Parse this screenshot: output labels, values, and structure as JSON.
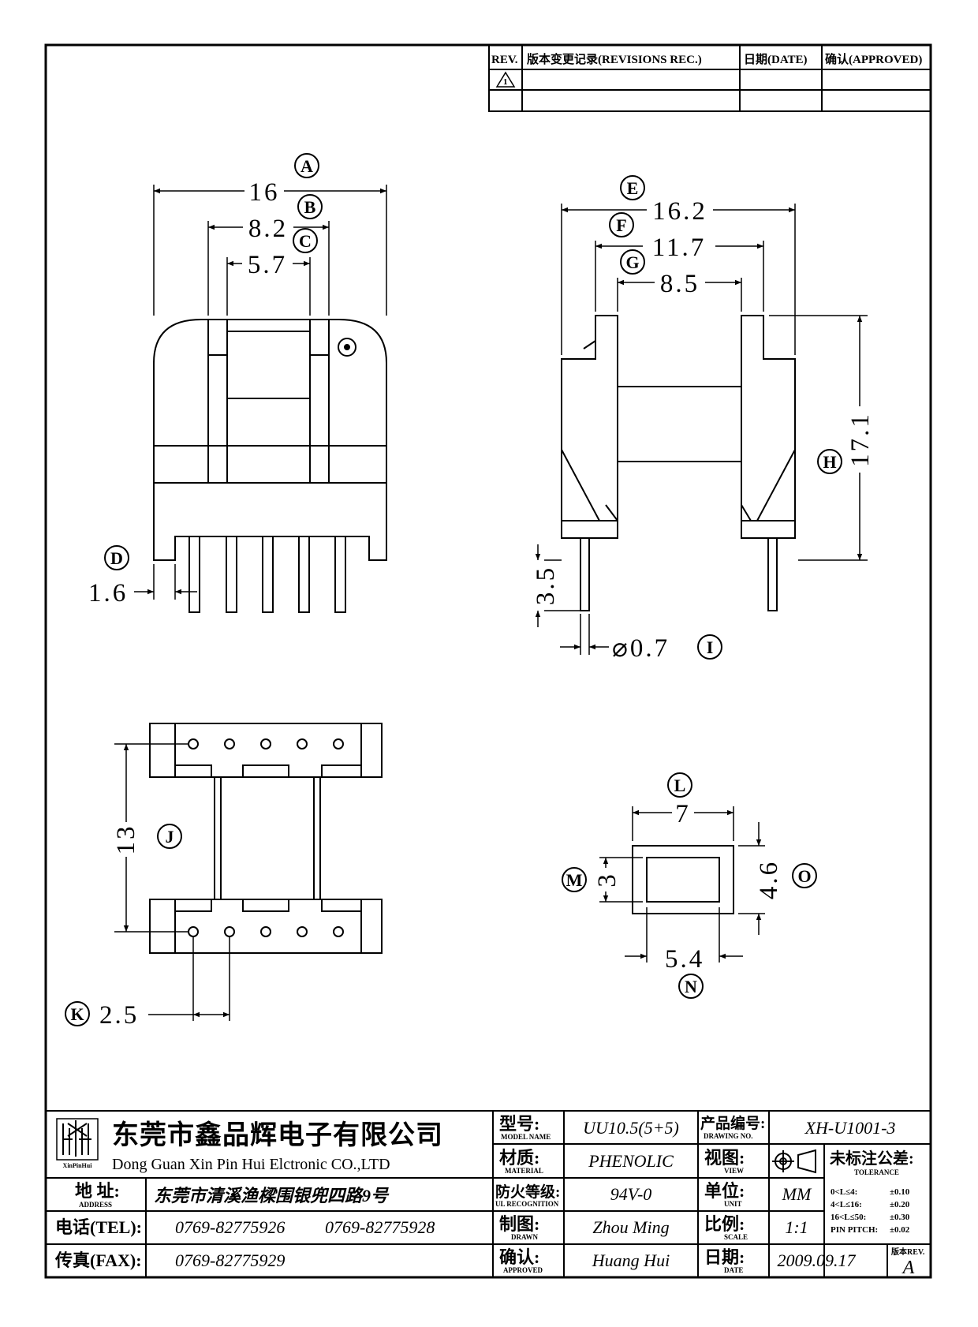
{
  "revision_table": {
    "rev_header": "REV.",
    "rec_header": "版本变更记录(REVISIONS REC.)",
    "date_header": "日期(DATE)",
    "approved_header": "确认(APPROVED)",
    "rev_symbol": "1"
  },
  "dimensions": {
    "front": {
      "A": {
        "letter": "A",
        "value": "16"
      },
      "B": {
        "letter": "B",
        "value": "8.2"
      },
      "C": {
        "letter": "C",
        "value": "5.7"
      },
      "D": {
        "letter": "D",
        "value": "1.6"
      }
    },
    "side": {
      "E": {
        "letter": "E",
        "value": "16.2"
      },
      "F": {
        "letter": "F",
        "value": "11.7"
      },
      "G": {
        "letter": "G",
        "value": "8.5"
      },
      "H": {
        "letter": "H",
        "value": "17.1"
      },
      "I": {
        "letter": "I",
        "value": "⌀0.7"
      },
      "pin_len": {
        "value": "3.5"
      }
    },
    "bottom": {
      "J": {
        "letter": "J",
        "value": "13"
      },
      "K": {
        "letter": "K",
        "value": "2.5"
      }
    },
    "window": {
      "L": {
        "letter": "L",
        "value": "7"
      },
      "M": {
        "letter": "M",
        "value": "3"
      },
      "N": {
        "letter": "N",
        "value": "5.4"
      },
      "O": {
        "letter": "O",
        "value": "4.6"
      }
    }
  },
  "title_block": {
    "company_cn": "东莞市鑫品辉电子有限公司",
    "company_en": "Dong Guan Xin Pin Hui Elctronic CO.,LTD",
    "logo_text": "XinPinHui",
    "address_label_cn": "地 址:",
    "address_label_en": "ADDRESS",
    "address": "东莞市清溪渔樑围银兜四路9号",
    "tel_label": "电话(TEL):",
    "tel1": "0769-82775926",
    "tel2": "0769-82775928",
    "fax_label": "传真(FAX):",
    "fax": "0769-82775929",
    "model_label_cn": "型号:",
    "model_label_en": "MODEL NAME",
    "model": "UU10.5(5+5)",
    "material_label_cn": "材质:",
    "material_label_en": "MATERIAL",
    "material": "PHENOLIC",
    "ul_label_cn": "防火等级:",
    "ul_label_en": "UL RECOGNITION",
    "ul": "94V-0",
    "drawn_label_cn": "制图:",
    "drawn_label_en": "DRAWN",
    "drawn": "Zhou Ming",
    "approved_label_cn": "确认:",
    "approved_label_en": "APPROVED",
    "approved": "Huang Hui",
    "drawing_no_label_cn": "产品编号:",
    "drawing_no_label_en": "DRAWING NO.",
    "drawing_no": "XH-U1001-3",
    "view_label_cn": "视图:",
    "view_label_en": "VIEW",
    "unit_label_cn": "单位:",
    "unit_label_en": "UNIT",
    "unit": "MM",
    "scale_label_cn": "比例:",
    "scale_label_en": "SCALE",
    "scale": "1:1",
    "date_label_cn": "日期:",
    "date_label_en": "DATE",
    "date": "2009.09.17",
    "tolerance_title_cn": "未标注公差:",
    "tolerance_title_en": "TOLERANCE",
    "tolerances": [
      {
        "range": "0<L≤4:",
        "value": "±0.10"
      },
      {
        "range": "4<L≤16:",
        "value": "±0.20"
      },
      {
        "range": "16<L≤50:",
        "value": "±0.30"
      },
      {
        "range": "PIN PITCH:",
        "value": "±0.02"
      }
    ],
    "rev_label": "版本REV.",
    "rev": "A"
  }
}
